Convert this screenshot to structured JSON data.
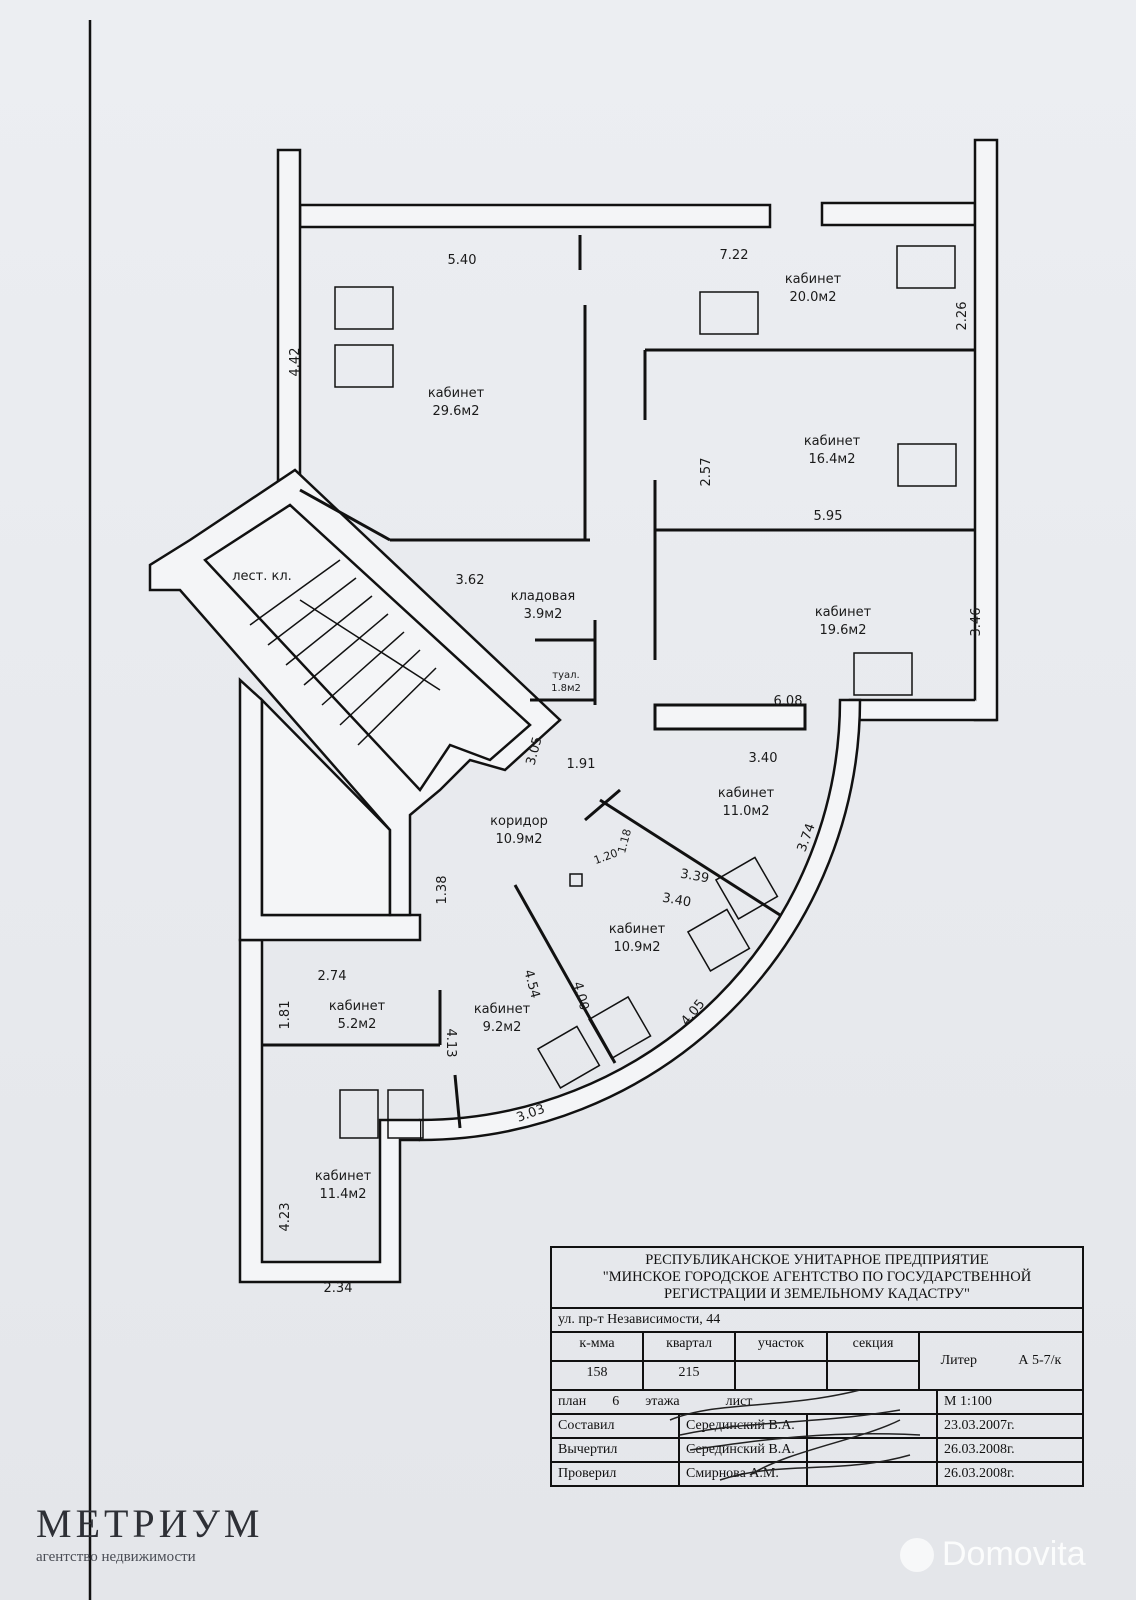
{
  "plan": {
    "rooms": [
      {
        "name": "кабинет",
        "area": "29.6м2"
      },
      {
        "name": "кабинет",
        "area": "20.0м2"
      },
      {
        "name": "кабинет",
        "area": "16.4м2"
      },
      {
        "name": "кабинет",
        "area": "19.6м2"
      },
      {
        "name": "кладовая",
        "area": "3.9м2"
      },
      {
        "name": "туал.",
        "area": "1.8м2"
      },
      {
        "name": "лест. кл.",
        "area": ""
      },
      {
        "name": "коридор",
        "area": "10.9м2"
      },
      {
        "name": "кабинет",
        "area": "11.0м2"
      },
      {
        "name": "кабинет",
        "area": "10.9м2"
      },
      {
        "name": "кабинет",
        "area": "9.2м2"
      },
      {
        "name": "кабинет",
        "area": "5.2м2"
      },
      {
        "name": "кабинет",
        "area": "11.4м2"
      }
    ],
    "dimensions": [
      "5.40",
      "7.22",
      "4.42",
      "2.26",
      "2.57",
      "5.95",
      "3.62",
      "3.46",
      "6.08",
      "3.40",
      "3.05",
      "1.91",
      "3.74",
      "1.18",
      "1.20",
      "3.39",
      "3.40",
      "1.38",
      "2.74",
      "1.81",
      "4.54",
      "4.00",
      "4.05",
      "4.13",
      "3.03",
      "4.23",
      "2.34"
    ]
  },
  "stamp": {
    "header": [
      "РЕСПУБЛИКАНСКОЕ УНИТАРНОЕ ПРЕДПРИЯТИЕ",
      "\"МИНСКОЕ ГОРОДСКОЕ АГЕНТСТВО ПО ГОСУДАРСТВЕННОЙ",
      "РЕГИСТРАЦИИ И ЗЕМЕЛЬНОМУ КАДАСТРУ\""
    ],
    "address": "ул. пр-т Независимости, 44",
    "cols": [
      "к-мма",
      "квартал",
      "участок",
      "секция"
    ],
    "values": [
      "158",
      "215",
      "",
      ""
    ],
    "liter_label": "Литер",
    "liter_value": "А 5-7/к",
    "plan_label": "план",
    "floor": "6",
    "floor_label": "этажа",
    "sheet_label": "лист",
    "scale": "М 1:100",
    "signatures": [
      {
        "role": "Составил",
        "person": "Серединский В.А.",
        "date": "23.03.2007г."
      },
      {
        "role": "Вычертил",
        "person": "Серединский В.А.",
        "date": "26.03.2008г."
      },
      {
        "role": "Проверил",
        "person": "Смирнова А.М.",
        "date": "26.03.2008г."
      }
    ]
  },
  "logo": {
    "name": "МЕТРИУМ",
    "tagline": "агентство недвижимости"
  },
  "watermark": "Domovita"
}
